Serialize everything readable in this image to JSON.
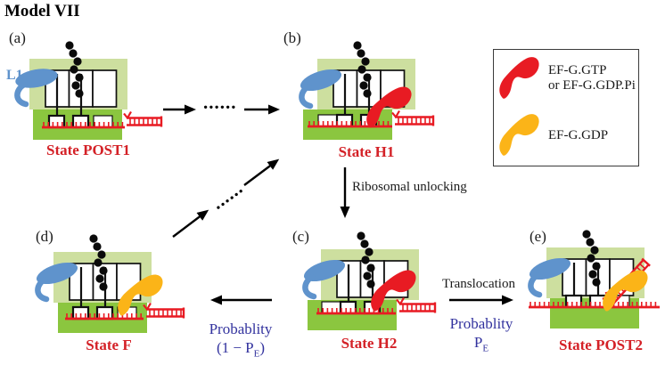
{
  "title": "Model VII",
  "panels": [
    {
      "letter": "(a)",
      "state": "State POST1"
    },
    {
      "letter": "(b)",
      "state": "State H1"
    },
    {
      "letter": "(c)",
      "state": "State H2"
    },
    {
      "letter": "(d)",
      "state": "State F"
    },
    {
      "letter": "(e)",
      "state": "State POST2"
    }
  ],
  "labels": {
    "l1": "L1",
    "ribosomal_unlocking": "Ribosomal unlocking",
    "translocation": "Translocation",
    "ellipsis_horizontal": "......",
    "ellipsis_diagonal": "......",
    "prob_branch_f": {
      "line1": "Probablity",
      "pre": "(1 − P",
      "sub": "E",
      "post": ")"
    },
    "prob_branch_post2": {
      "line1": "Probablity",
      "pre": "P",
      "sub": "E",
      "post": ""
    }
  },
  "legend": {
    "items": [
      {
        "icon": "efg-gtp-blob",
        "line1": "EF-G.GTP",
        "line2": "or EF-G.GDP.Pi"
      },
      {
        "icon": "efg-gdp-blob",
        "line1": "EF-G.GDP",
        "line2": ""
      }
    ]
  },
  "colors": {
    "efg_gtp": "#e81b23",
    "efg_gdp": "#fbb418",
    "large_subunit": "#cddf9f",
    "small_subunit": "#8bc63f",
    "mrna": "#e81b23",
    "l1_protein": "#5f93cc",
    "state_text": "#d42127",
    "prob_text": "#32329e"
  }
}
